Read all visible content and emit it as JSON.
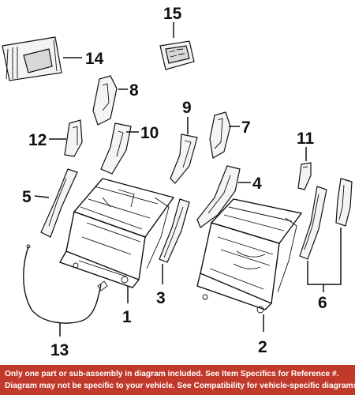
{
  "callouts": {
    "c1": "1",
    "c2": "2",
    "c3": "3",
    "c4": "4",
    "c5": "5",
    "c6": "6",
    "c7": "7",
    "c8": "8",
    "c9": "9",
    "c10": "10",
    "c11": "11",
    "c12": "12",
    "c13": "13",
    "c14": "14",
    "c15": "15"
  },
  "disclaimer": {
    "line1": "Only one part or sub-assembly in diagram included. See Item Specifics for Reference #.",
    "line2": "Diagram may not be specific to your vehicle. See Compatibility for vehicle-specific diagrams."
  },
  "colors": {
    "banner_background": "#c0392b",
    "banner_text": "#ffffff",
    "line_art": "#111111"
  }
}
